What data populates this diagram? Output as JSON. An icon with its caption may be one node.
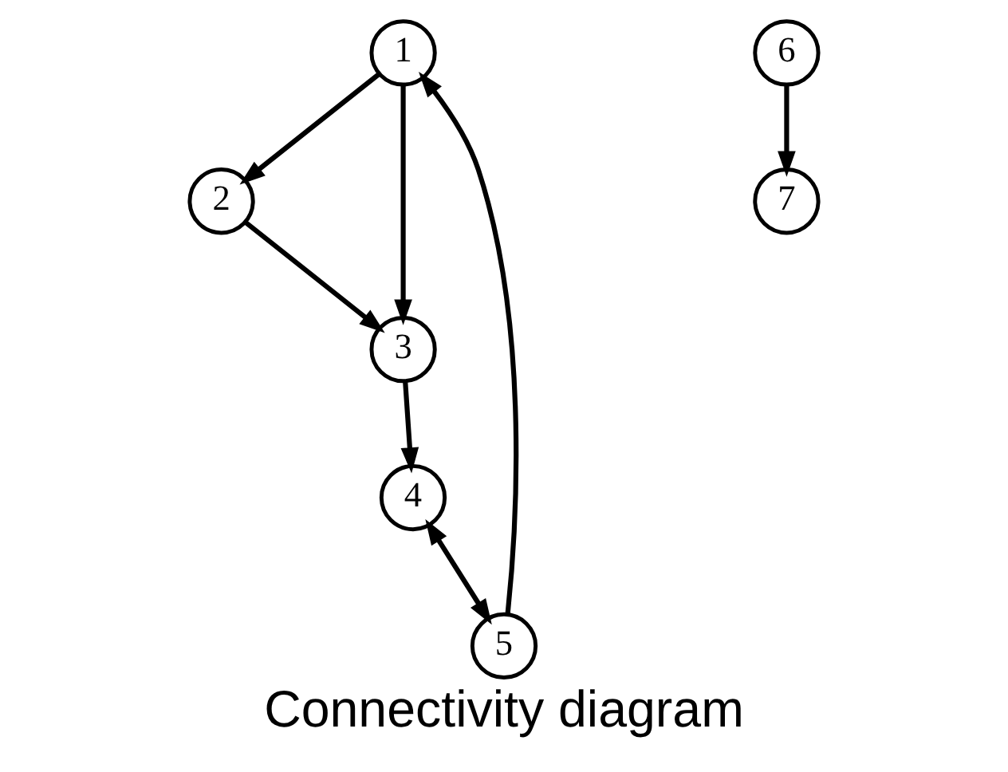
{
  "diagram": {
    "caption": "Connectivity diagram",
    "nodes": [
      {
        "text": [
          "1"
        ]
      },
      {
        "text": [
          "2"
        ]
      },
      {
        "text": [
          "3"
        ]
      },
      {
        "text": [
          "4"
        ]
      },
      {
        "text": [
          "5"
        ]
      },
      {
        "text": [
          "6"
        ]
      },
      {
        "text": [
          "7"
        ]
      }
    ],
    "edges": [
      {
        "from": 0,
        "to": 1,
        "arrow": "to"
      },
      {
        "from": 0,
        "to": 2,
        "arrow": "to"
      },
      {
        "from": 1,
        "to": 2,
        "arrow": "to"
      },
      {
        "from": 2,
        "to": 3,
        "arrow": "to"
      },
      {
        "from": 3,
        "to": 4,
        "arrow": "both"
      },
      {
        "from": 4,
        "to": 0,
        "arrow": "to"
      },
      {
        "from": 5,
        "to": 6,
        "arrow": "to"
      }
    ]
  }
}
